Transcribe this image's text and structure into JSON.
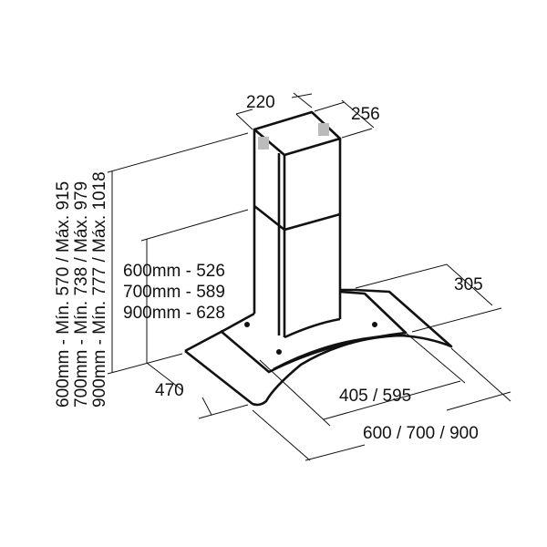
{
  "title": "Cooker hood dimensions diagram",
  "dimensions": {
    "chimney_width": "220",
    "chimney_depth": "256",
    "canopy_depth_back": "305",
    "canopy_depth": "470",
    "inner_width": "405 / 595",
    "total_width": "600 / 700 / 900"
  },
  "canopy_heights": [
    "600mm - 526",
    "700mm - 589",
    "900mm - 628"
  ],
  "total_heights": [
    "600mm - Mín. 570 / Máx. 915",
    "700mm - Mín. 738 / Máx. 979",
    "900mm - Mín. 777 / Máx. 1018"
  ],
  "colors": {
    "line": "#111111",
    "background": "#ffffff"
  }
}
